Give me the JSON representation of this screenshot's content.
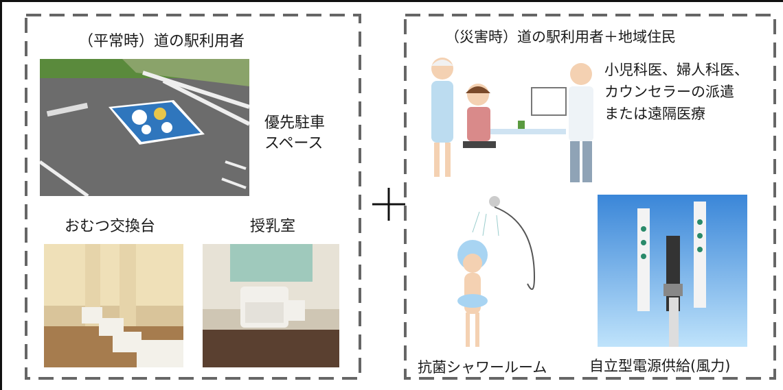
{
  "left_panel": {
    "title": "（平常時）道の駅利用者",
    "parking": {
      "label_line1": "優先駐車",
      "label_line2": "スペース"
    },
    "diaper": {
      "label": "おむつ交換台"
    },
    "nursing": {
      "label": "授乳室"
    }
  },
  "plus_symbol": "＋",
  "right_panel": {
    "title": "（災害時）道の駅利用者＋地域住民",
    "medical": {
      "line1": "小児科医、婦人科医、",
      "line2": "カウンセラーの派遣",
      "line3": "または遠隔医療"
    },
    "shower": {
      "label": "抗菌シャワールーム"
    },
    "power": {
      "label": "自立型電源供給(風力)"
    }
  },
  "colors": {
    "dash": "#666666",
    "frame": "#111111",
    "parking_sign": "#2f76bd"
  }
}
